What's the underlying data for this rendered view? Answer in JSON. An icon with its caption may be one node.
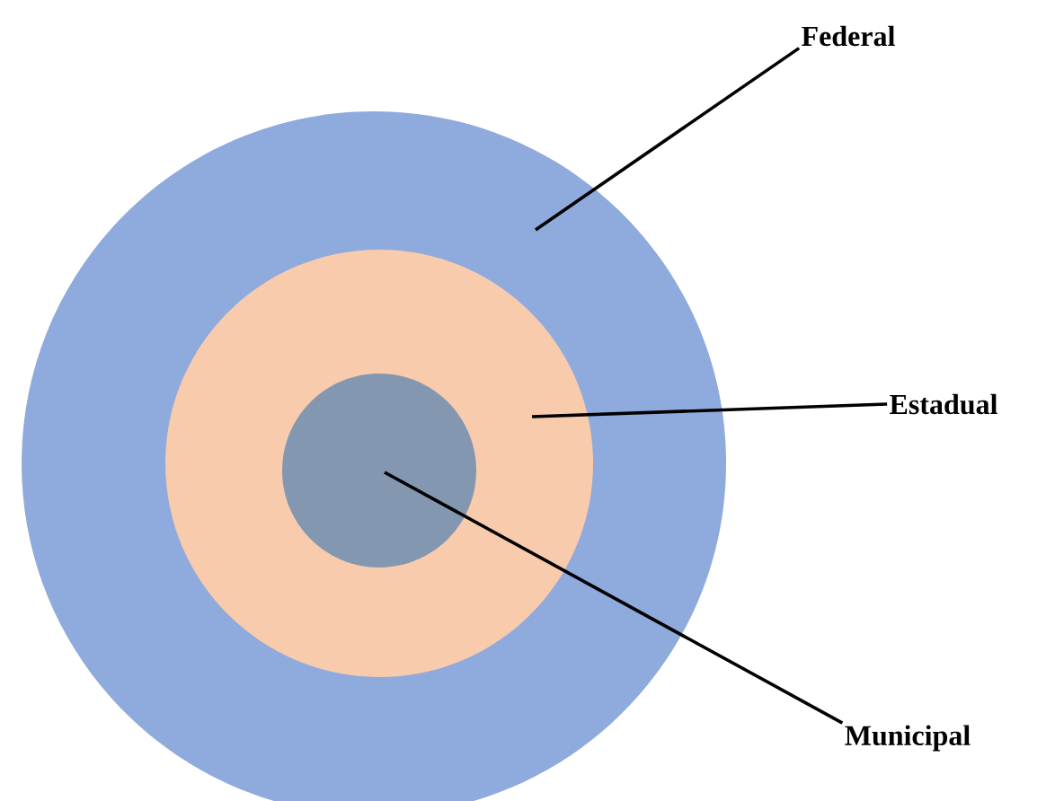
{
  "diagram": {
    "nodes": [
      {
        "text": [
          "Federal"
        ]
      },
      {
        "text": [],
        "shape": "circle"
      },
      {
        "text": [
          "Estadual"
        ]
      },
      {
        "text": [],
        "shape": "circle",
        "in": 1
      },
      {
        "text": [
          "Municipal"
        ]
      },
      {
        "text": [],
        "shape": "circle",
        "in": 3
      }
    ],
    "edges": [
      {
        "from": 0,
        "to": 1,
        "arrow": "none"
      },
      {
        "from": 2,
        "to": 3,
        "arrow": "none"
      },
      {
        "from": 4,
        "to": 5,
        "arrow": "none"
      }
    ]
  }
}
